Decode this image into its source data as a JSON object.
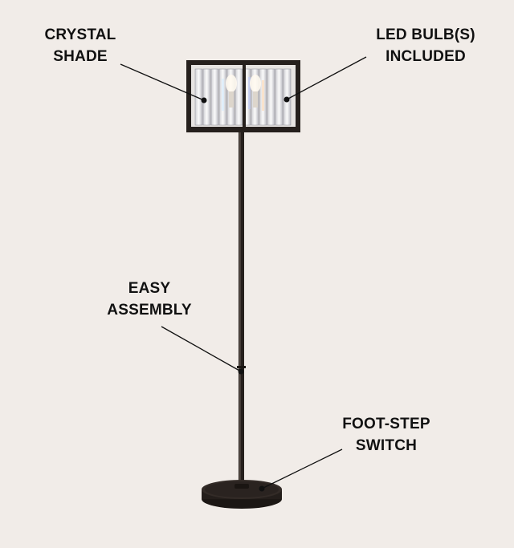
{
  "callouts": {
    "crystal_shade": {
      "line1": "CRYSTAL",
      "line2": "SHADE"
    },
    "led_bulbs": {
      "line1": "LED BULB(S)",
      "line2": "INCLUDED"
    },
    "easy_assembly": {
      "line1": "EASY",
      "line2": "ASSEMBLY"
    },
    "foot_step_switch": {
      "line1": "FOOT-STEP",
      "line2": "SWITCH"
    }
  },
  "colors": {
    "background": "#f1ece8",
    "lamp_metal": "#26201d",
    "label_text": "#111111"
  }
}
